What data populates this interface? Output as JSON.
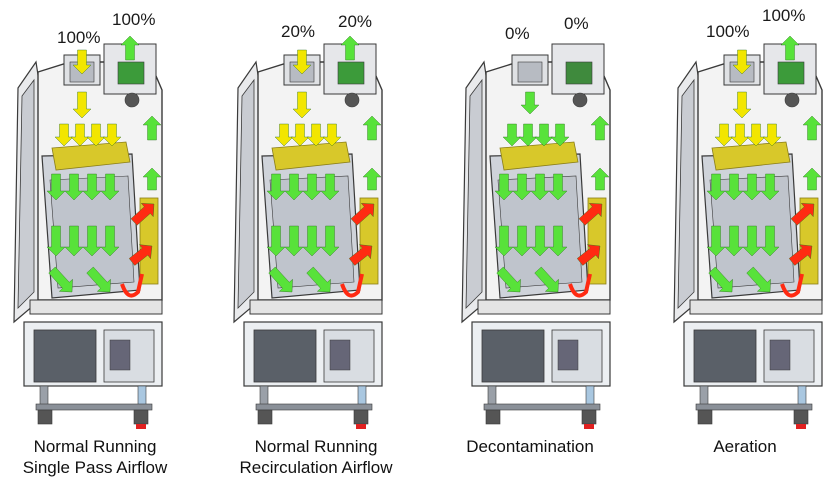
{
  "colors": {
    "exhaust_airflow": "#f2e600",
    "clean_airflow": "#58e23a",
    "contaminated_airflow": "#ff2a12",
    "hepa_filter": "#d8c82a",
    "cabinet_outline": "#3a3a3a",
    "base_cabinet": "#5a6068"
  },
  "panels": [
    {
      "id": "normal-single-pass",
      "intake_percent": "100%",
      "exhaust_percent": "100%",
      "caption_line1": "Normal Running",
      "caption_line2": "Single Pass Airflow",
      "intake_active": true,
      "exhaust_active": true
    },
    {
      "id": "normal-recirculation",
      "intake_percent": "20%",
      "exhaust_percent": "20%",
      "caption_line1": "Normal Running",
      "caption_line2": "Recirculation Airflow",
      "intake_active": true,
      "exhaust_active": true
    },
    {
      "id": "decontamination",
      "intake_percent": "0%",
      "exhaust_percent": "0%",
      "caption_line1": "Decontamination",
      "caption_line2": "",
      "intake_active": false,
      "exhaust_active": false
    },
    {
      "id": "aeration",
      "intake_percent": "100%",
      "exhaust_percent": "100%",
      "caption_line1": "Aeration",
      "caption_line2": "",
      "intake_active": true,
      "exhaust_active": true
    }
  ]
}
